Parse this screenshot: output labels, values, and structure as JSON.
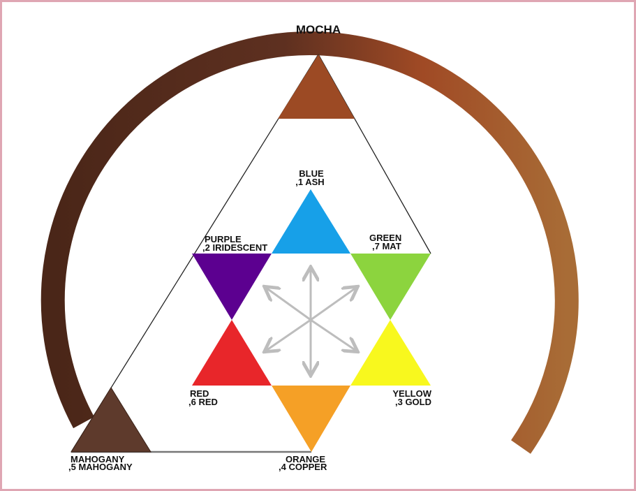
{
  "title": "MOCHA",
  "colors": {
    "mocha": "#9c4a24",
    "mahogany": "#5e3a2c",
    "blue": "#17a0e8",
    "purple": "#5c0090",
    "green": "#8cd43e",
    "red": "#e8262a",
    "yellow": "#f8f81e",
    "orange": "#f5a026",
    "arrows": "#bdbdbd",
    "frame": "#dfa6b3"
  },
  "labels": {
    "blue": {
      "name": "BLUE",
      "code": ",1 ASH"
    },
    "purple": {
      "name": "PURPLE",
      "code": ",2 IRIDESCENT"
    },
    "green": {
      "name": "GREEN",
      "code": ",7 MAT"
    },
    "red": {
      "name": "RED",
      "code": ",6 RED"
    },
    "yellow": {
      "name": "YELLOW",
      "code": ",3 GOLD"
    },
    "orange": {
      "name": "ORANGE",
      "code": ",4 COPPER"
    },
    "mahogany": {
      "name": "MAHOGANY",
      "code": ",5 MAHOGANY"
    }
  }
}
